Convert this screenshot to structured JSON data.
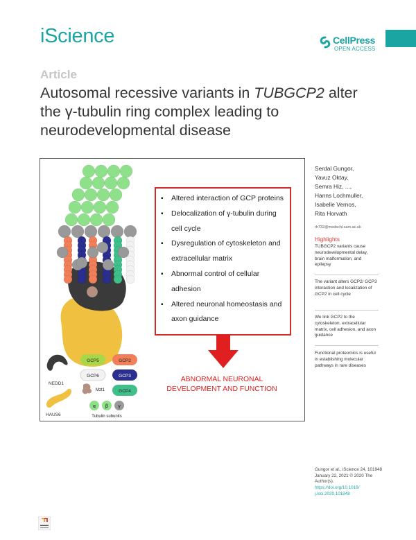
{
  "header": {
    "journal": "iScience",
    "publisher": "CellPress",
    "access": "OPEN ACCESS"
  },
  "article_label": "Article",
  "title": {
    "part1": "Autosomal recessive variants in ",
    "gene": "TUBGCP2",
    "part2": " alter the γ-tubulin ring complex leading to neurodevelopmental disease"
  },
  "graphical_abstract": {
    "effects": [
      "Altered interaction of GCP proteins",
      "Delocalization of γ-tubulin during cell cycle",
      "Dysregulation of cytoskeleton and extracellular matrix",
      "Abnormal control of cellular adhesion",
      "Altered neuronal homeostasis and axon guidance"
    ],
    "outcome_line1": "ABNORMAL NEURONAL",
    "outcome_line2": "DEVELOPMENT AND FUNCTION",
    "legend": {
      "nedd1": "NEDD1",
      "haus6": "HAUS6",
      "gcp5": "GCP5",
      "gcp2": "GCP2",
      "gcp6": "GCP6",
      "gcp3": "GCP3",
      "mzt1": "Mzt1",
      "gcp4": "GCP4",
      "alpha": "α",
      "beta": "β",
      "gamma": "γ",
      "tubulin_subunits": "Tubulin subunits"
    },
    "colors": {
      "gamma_tubulin": "#8fe08a",
      "gcp2": "#f07f5a",
      "gcp3": "#2a2f8f",
      "gcp4": "#3fbf8a",
      "gcp5": "#a8d84a",
      "gcp6": "#f2f2f2",
      "nedd1": "#3a3a3a",
      "haus6": "#f0c040",
      "mzt1": "#b39080",
      "grey": "#999999",
      "box_border": "#d22b2b",
      "outcome_text": "#e02020",
      "arrow": "#e02020"
    }
  },
  "authors": [
    "Serdal Gungor,",
    "Yavuz Oktay,",
    "Semra Hiz, ...,",
    "Hanns Lochmuller,",
    "Isabelle Vernos,",
    "Rita Horvath"
  ],
  "email": "rh732@medschl.cam.ac.uk",
  "highlights_heading": "Highlights",
  "highlights": [
    "TUBGCP2 variants cause neurodevelopmental delay, brain malformation, and epilepsy",
    "The variant alters GCP2/ GCP3 interaction and localization of GCP2 in cell cycle",
    "We link GCP2 to the cytoskeleton, extracellular matrix, cell adhesion, and axon guidance",
    "Functional proteomics is useful in establishing molecular pathways in rare diseases"
  ],
  "citation": "Gungor et al., iScience 24, 101948 January 22, 2021 © 2020 The Author(s).",
  "doi": "https://doi.org/10.1016/ j.isci.2020.101948"
}
